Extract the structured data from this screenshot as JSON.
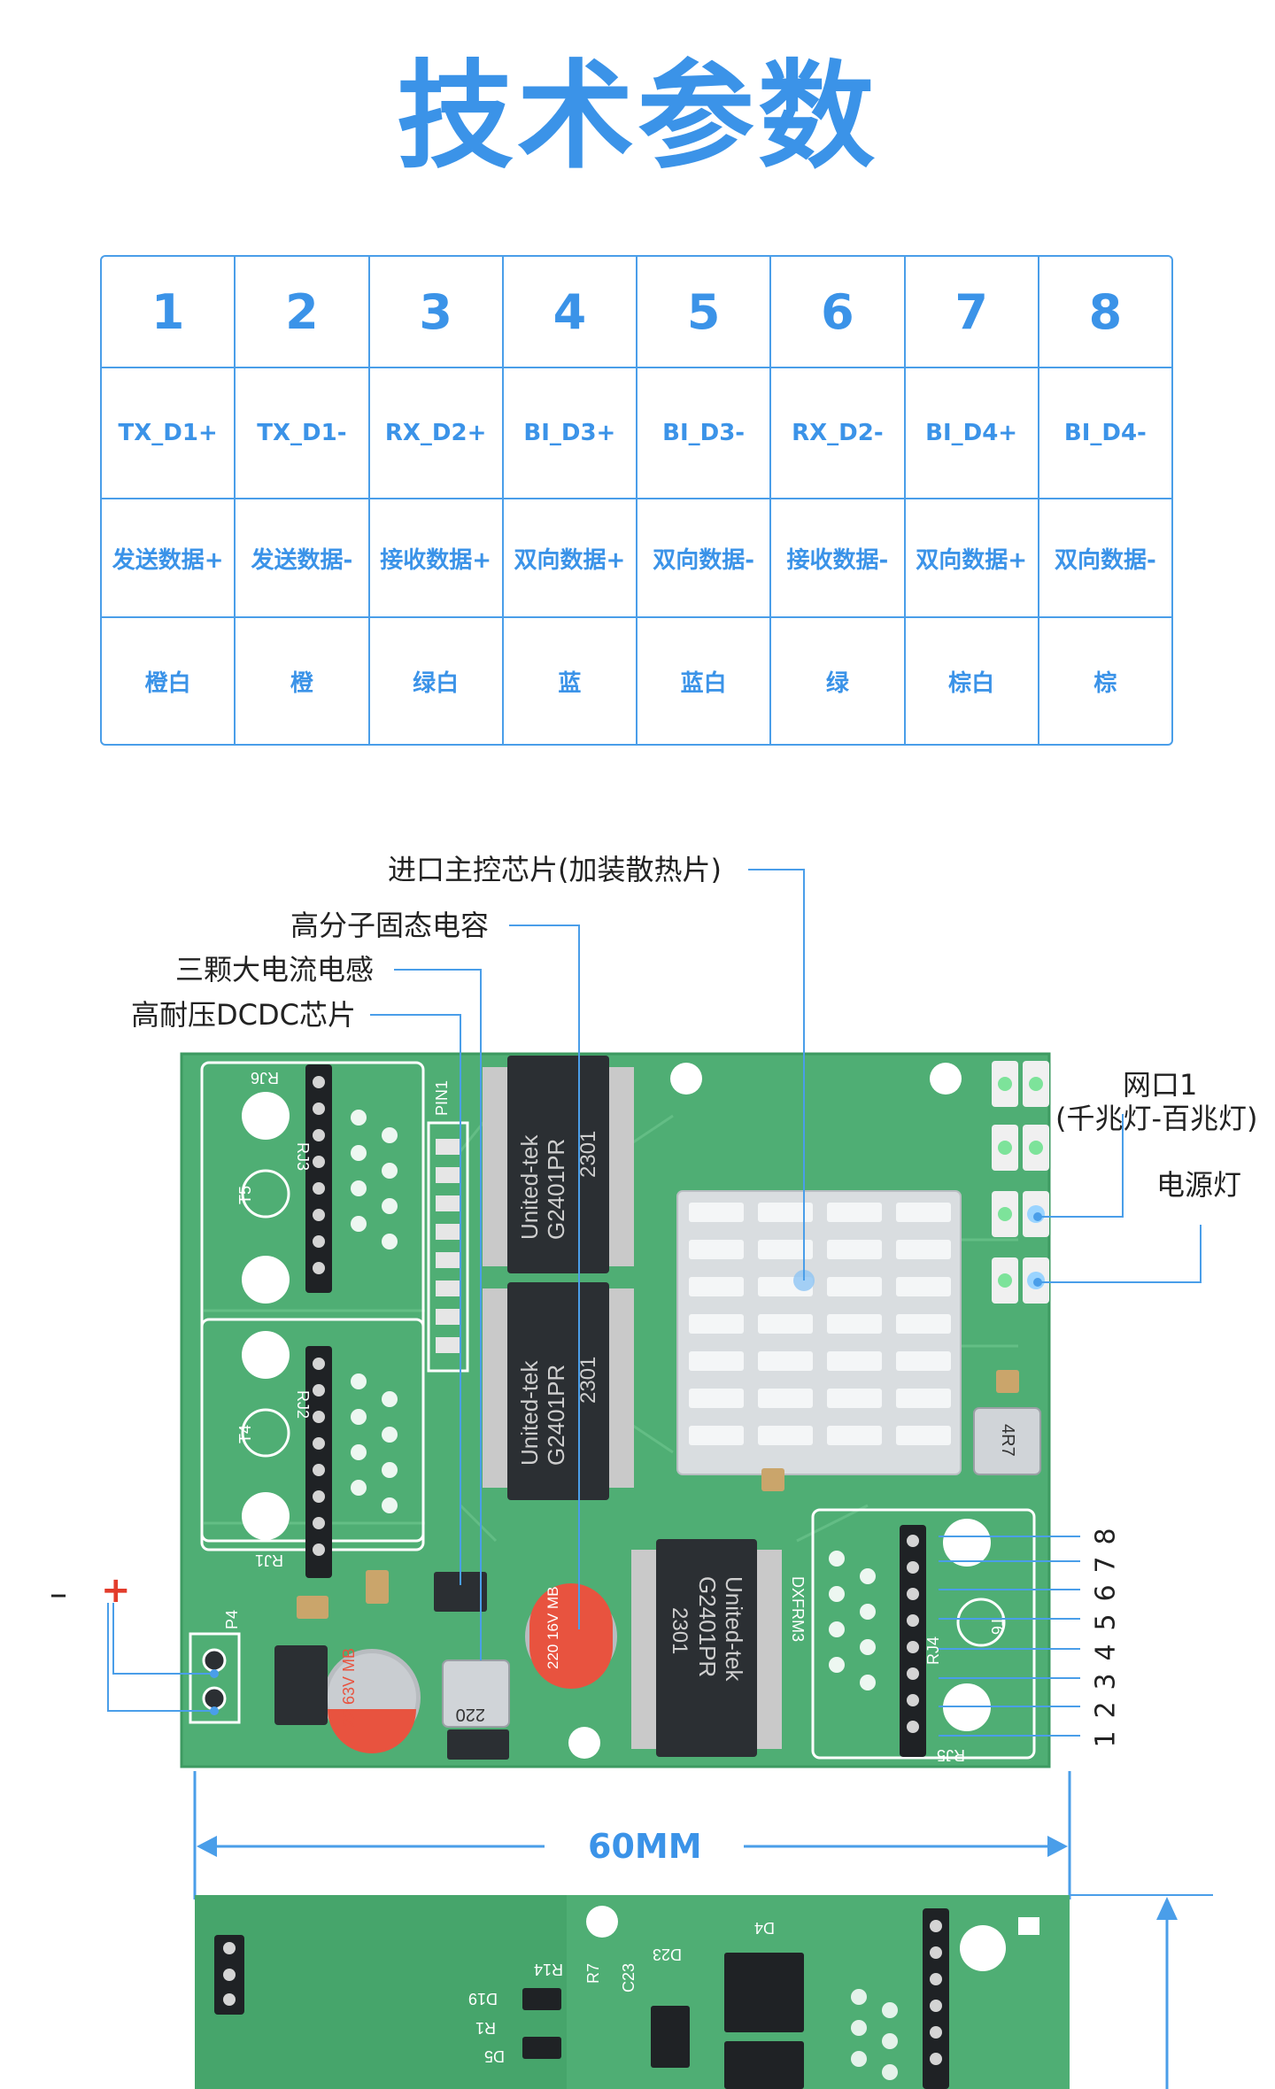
{
  "title": "技术参数",
  "pin_table": {
    "numbers": [
      "1",
      "2",
      "3",
      "4",
      "5",
      "6",
      "7",
      "8"
    ],
    "signals": [
      "TX_D1+",
      "TX_D1-",
      "RX_D2+",
      "BI_D3+",
      "BI_D3-",
      "RX_D2-",
      "BI_D4+",
      "BI_D4-"
    ],
    "descriptions": [
      "发送数据+",
      "发送数据-",
      "接收数据+",
      "双向数据+",
      "双向数据-",
      "接收数据-",
      "双向数据+",
      "双向数据-"
    ],
    "colors": [
      "橙白",
      "橙",
      "绿白",
      "蓝",
      "蓝白",
      "绿",
      "棕白",
      "棕"
    ]
  },
  "callouts": {
    "main_chip": "进口主控芯片(加装散热片)",
    "capacitor": "高分子固态电容",
    "inductor": "三颗大电流电感",
    "dcdc": "高耐压DCDC芯片",
    "port_led_line1": "网口1",
    "port_led_line2": "(千兆灯-百兆灯)",
    "power_led": "电源灯",
    "minus": "–",
    "plus": "+"
  },
  "pin_numbers": [
    "8",
    "7",
    "6",
    "5",
    "4",
    "3",
    "2",
    "1"
  ],
  "board_text": {
    "chip1_brand": "United-tek",
    "chip1_model": "G2401PR",
    "chip1_code": "2301",
    "chip2_brand": "United-tek",
    "chip2_model": "G2401PR",
    "chip2_code": "2301",
    "chip3_brand": "United-tek",
    "chip3_model": "G2401PR",
    "chip3_code": "2301",
    "cap1": "22 63V MB",
    "cap2": "220 16V MB",
    "inductor_mark": "220",
    "inductor2_mark": "4R7",
    "silk_rj6": "RJ6",
    "silk_rj3": "RJ3",
    "silk_rj2": "RJ2",
    "silk_rj1": "RJ1",
    "silk_rj4": "RJ4",
    "silk_rj5": "RJ5",
    "silk_t5": "T5",
    "silk_t4": "T4",
    "silk_t6": "T6",
    "silk_pin1": "PIN1",
    "silk_p4": "P4",
    "silk_dxfrm": "DXFRM3"
  },
  "dimension": "60MM",
  "bottom_board": {
    "d4": "D4",
    "d23": "D23",
    "d19": "D19",
    "d5": "D5",
    "r1": "R1",
    "r7": "R7",
    "r14": "R14",
    "c23": "C23"
  },
  "colors": {
    "accent": "#3b93e8",
    "pcb": "#4fae74",
    "silkscreen": "#ffffff",
    "chip": "#2b2f33"
  }
}
